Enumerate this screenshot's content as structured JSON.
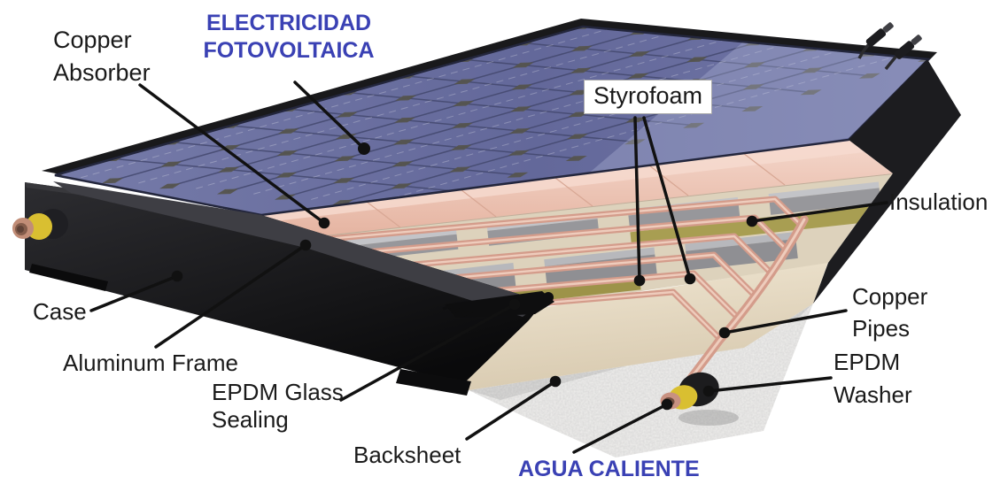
{
  "figure": {
    "subject": "Hybrid photovoltaic-thermal solar panel cutaway diagram",
    "labels": {
      "copper_absorber": [
        "Copper",
        "Absorber"
      ],
      "electricidad_fotovoltaica": [
        "ELECTRICIDAD",
        "FOTOVOLTAICA"
      ],
      "styrofoam": "Styrofoam",
      "insulation": "Insulation",
      "case": "Case",
      "aluminum_frame": "Aluminum Frame",
      "epdm_glass_sealing": [
        "EPDM Glass",
        "Sealing"
      ],
      "backsheet": "Backsheet",
      "agua_caliente": "AGUA CALIENTE",
      "copper_pipes": [
        "Copper",
        "Pipes"
      ],
      "epdm_washer": [
        "EPDM",
        "Washer"
      ]
    },
    "colors": {
      "pointer": "#111111",
      "label_text": "#1a1a1a",
      "accent_blue": "#3a41b4",
      "pv_cell_blue": "#6b70a0",
      "pv_grid_line": "#43486e",
      "pv_pad_dark": "#55544e",
      "absorber_pink": "#eec4b4",
      "copper_pipe": "#d49c8b",
      "copper_pipe_highlight": "#eeccbc",
      "insulation_olive": "#a89e52",
      "styrofoam_gray": "#97979b",
      "foam_cream": "#e8dcc4",
      "backsheet_white": "#f1f0ee",
      "case_black": "#141416",
      "washer_yellow": "#d9bf31"
    }
  }
}
